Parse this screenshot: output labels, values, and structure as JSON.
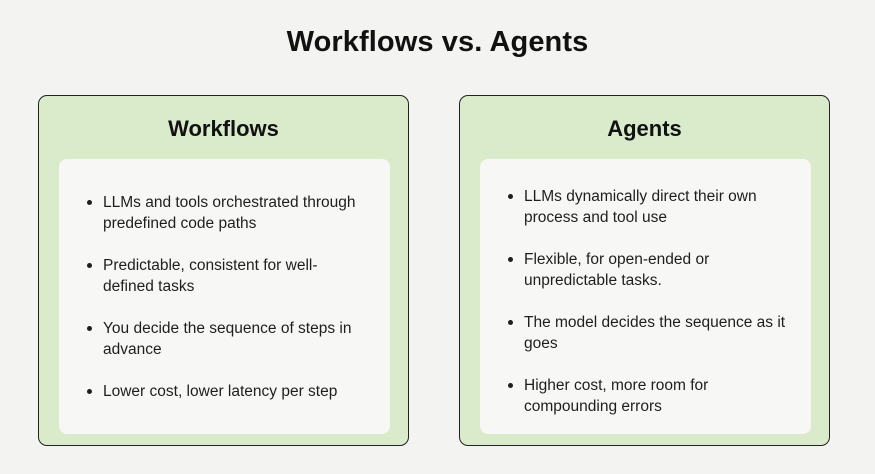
{
  "title": "Workflows vs. Agents",
  "columns": [
    {
      "heading": "Workflows",
      "points": [
        "LLMs and tools orchestrated through predefined code paths",
        "Predictable, consistent for well-defined tasks",
        "You decide the sequence of steps in advance",
        "Lower cost, lower latency per step"
      ]
    },
    {
      "heading": "Agents",
      "points": [
        "LLMs dynamically direct their own process and tool use",
        "Flexible, for open-ended or unpredictable tasks.",
        "The model decides the sequence as it goes",
        "Higher cost, more room for compounding errors"
      ]
    }
  ],
  "colors": {
    "background": "#f3f3f1",
    "card_fill": "#d9ebcb",
    "card_border": "#222222",
    "inner_panel": "#f7f7f5"
  }
}
